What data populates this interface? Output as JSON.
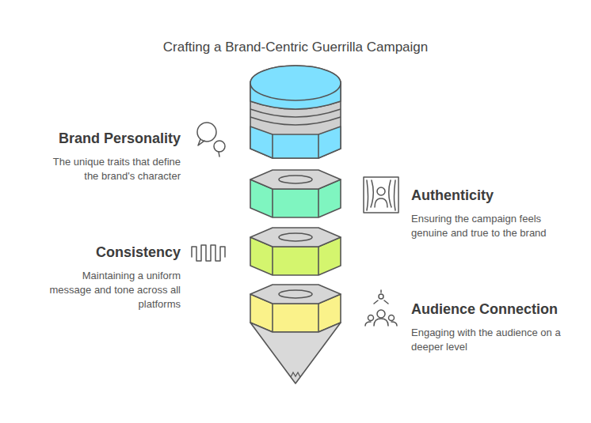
{
  "diagram": {
    "title": "Crafting a Brand-Centric Guerrilla Campaign",
    "nodes": [
      {
        "text": [
          "Brand Personality",
          "The unique traits that define the brand's character"
        ]
      },
      {
        "text": [
          "Authenticity",
          "Ensuring the campaign feels genuine and true to the brand"
        ]
      },
      {
        "text": [
          "Consistency",
          "Maintaining a uniform message and tone across all platforms"
        ]
      },
      {
        "text": [
          "Audience Connection",
          "Engaging with the audience on a deeper level"
        ]
      }
    ]
  }
}
